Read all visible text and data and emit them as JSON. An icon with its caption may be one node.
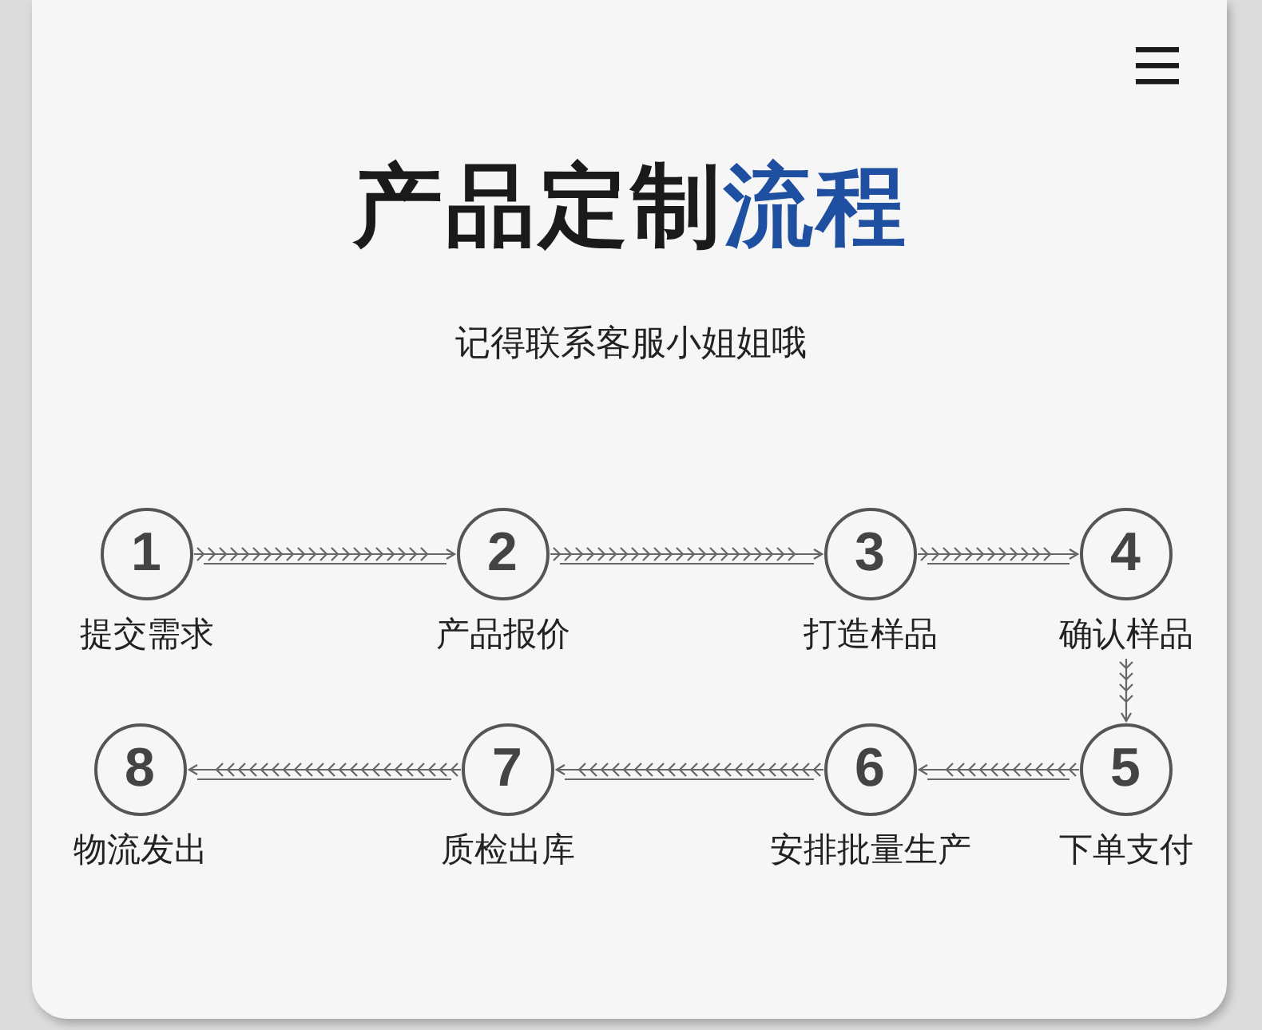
{
  "diagram": {
    "title": "产品定制**流程**",
    "nodes": [
      {
        "text": [
          "1"
        ],
        "beside": [
          "提交需求"
        ]
      },
      {
        "text": [
          "2"
        ],
        "beside": [
          "产品报价"
        ]
      },
      {
        "text": [
          "3"
        ],
        "beside": [
          "打造样品"
        ]
      },
      {
        "text": [
          "4"
        ],
        "beside": [
          "确认样品"
        ]
      },
      {
        "text": [
          "5"
        ],
        "beside": [
          "下单支付"
        ]
      },
      {
        "text": [
          "6"
        ],
        "beside": [
          "安排批量生产"
        ]
      },
      {
        "text": [
          "7"
        ],
        "beside": [
          "质检出库"
        ]
      },
      {
        "text": [
          "8"
        ],
        "beside": [
          "物流发出"
        ]
      }
    ],
    "edges": [
      {
        "from": 0,
        "to": 1,
        "arrow": "to"
      },
      {
        "from": 1,
        "to": 2,
        "arrow": "to"
      },
      {
        "from": 2,
        "to": 3,
        "arrow": "to"
      },
      {
        "from": 3,
        "to": 4,
        "arrow": "to"
      },
      {
        "from": 4,
        "to": 5,
        "arrow": "to"
      },
      {
        "from": 5,
        "to": 6,
        "arrow": "to"
      },
      {
        "from": 6,
        "to": 7,
        "arrow": "to"
      }
    ],
    "labels": [
      "记得联系客服小姐姐哦"
    ]
  }
}
